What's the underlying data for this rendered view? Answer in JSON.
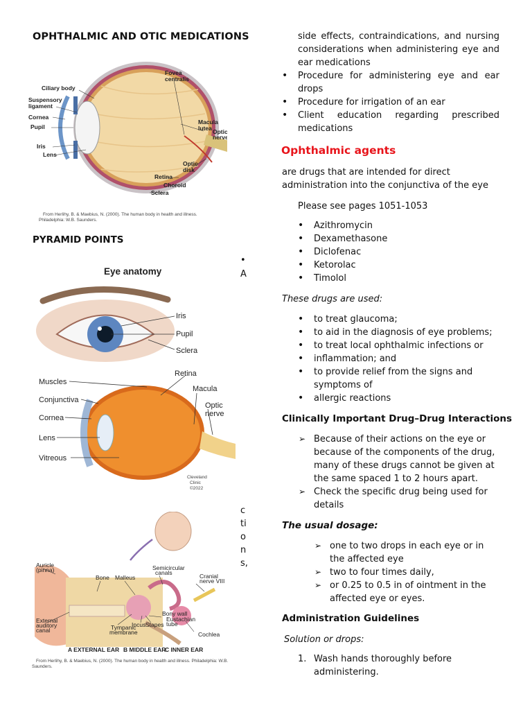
{
  "title": "OPHTHALMIC AND OTIC MEDICATIONS",
  "pyramid_heading": "PYRAMID POINTS",
  "stray": {
    "bullet": "•",
    "a": "A",
    "letters": [
      "c",
      "ti",
      "o",
      "n",
      "s,"
    ]
  },
  "fig1": {
    "labels": [
      "Ciliary body",
      "Suspensory",
      "ligament",
      "Cornea",
      "Pupil",
      "Iris",
      "Lens",
      "Fovea",
      "centralis",
      "Macula",
      "lutea",
      "Optic",
      "nerve",
      "Optic",
      "disk",
      "Retina",
      "Choroid",
      "Sclera"
    ],
    "caption": [
      "From Herlihy, B. & Maebius, N. (2000). The human body in health and illness.",
      "Philadelphia: W.B. Saunders."
    ]
  },
  "fig2": {
    "title": "Eye anatomy",
    "labels": [
      "Iris",
      "Pupil",
      "Sclera",
      "Retina",
      "Macula",
      "Optic",
      "nerve",
      "Muscles",
      "Conjunctiva",
      "Cornea",
      "Lens",
      "Vitreous"
    ],
    "credit": [
      "Cleveland",
      "Clinic",
      "©2022"
    ]
  },
  "fig3": {
    "labels": [
      "Auricle",
      "(pinna)",
      "Bone",
      "Malleus",
      "Semicircular",
      "canals",
      "Cranial",
      "nerve VIII",
      "Cochlea",
      "Bony wall",
      "Eustachian",
      "tube",
      "Incus",
      "Stapes",
      "Tympanic",
      "membrane",
      "External",
      "auditory",
      "canal"
    ],
    "sections": [
      "A  EXTERNAL EAR",
      "B  MIDDLE EAR",
      "C  INNER EAR"
    ],
    "caption": [
      "From Herlihy, B. & Maebius, N. (2000). The human body in health and illness. Philadelphia: W.B.",
      "Saunders."
    ]
  },
  "right": {
    "intro_cont": "side effects, contraindications, and nursing considerations when administering eye and ear medications",
    "top_bullets": [
      "Procedure for administering eye and ear drops",
      "Procedure for  irrigation of an ear",
      "Client education regarding prescribed medications"
    ],
    "ophthalmic_heading": "Ophthalmic agents",
    "ophthalmic_def": "are drugs that are intended for direct administration into the conjunctiva of the eye",
    "see_pages": "Please see pages 1051-1053",
    "drugs": [
      "Azithromycin",
      "Dexamethasone",
      "Diclofenac",
      "Ketorolac",
      "Timolol"
    ],
    "used_heading": "These drugs are used:",
    "uses": [
      "to treat glaucoma;",
      "to aid in the diagnosis of eye problems;",
      "to treat local ophthalmic infections or",
      "inflammation; and",
      "to provide relief from the signs and symptoms of",
      "allergic reactions"
    ],
    "interactions_heading": "Clinically Important Drug–Drug Interactions",
    "interactions": [
      "Because of their actions on the eye or because of the components of the drug, many of these drugs cannot be given at the same  spaced 1 to 2 hours apart.",
      "Check the specific drug being used for details"
    ],
    "dosage_heading": "The usual dosage:",
    "dosage": [
      "one to two drops in each eye or in the affected eye",
      "two to four times daily,",
      "or 0.25 to 0.5 in of ointment in the affected eye or eyes."
    ],
    "admin_heading": "Administration Guidelines",
    "solution_heading": "Solution or drops:",
    "steps": [
      {
        "n": "1.",
        "text": "Wash hands thoroughly before administering."
      }
    ]
  }
}
